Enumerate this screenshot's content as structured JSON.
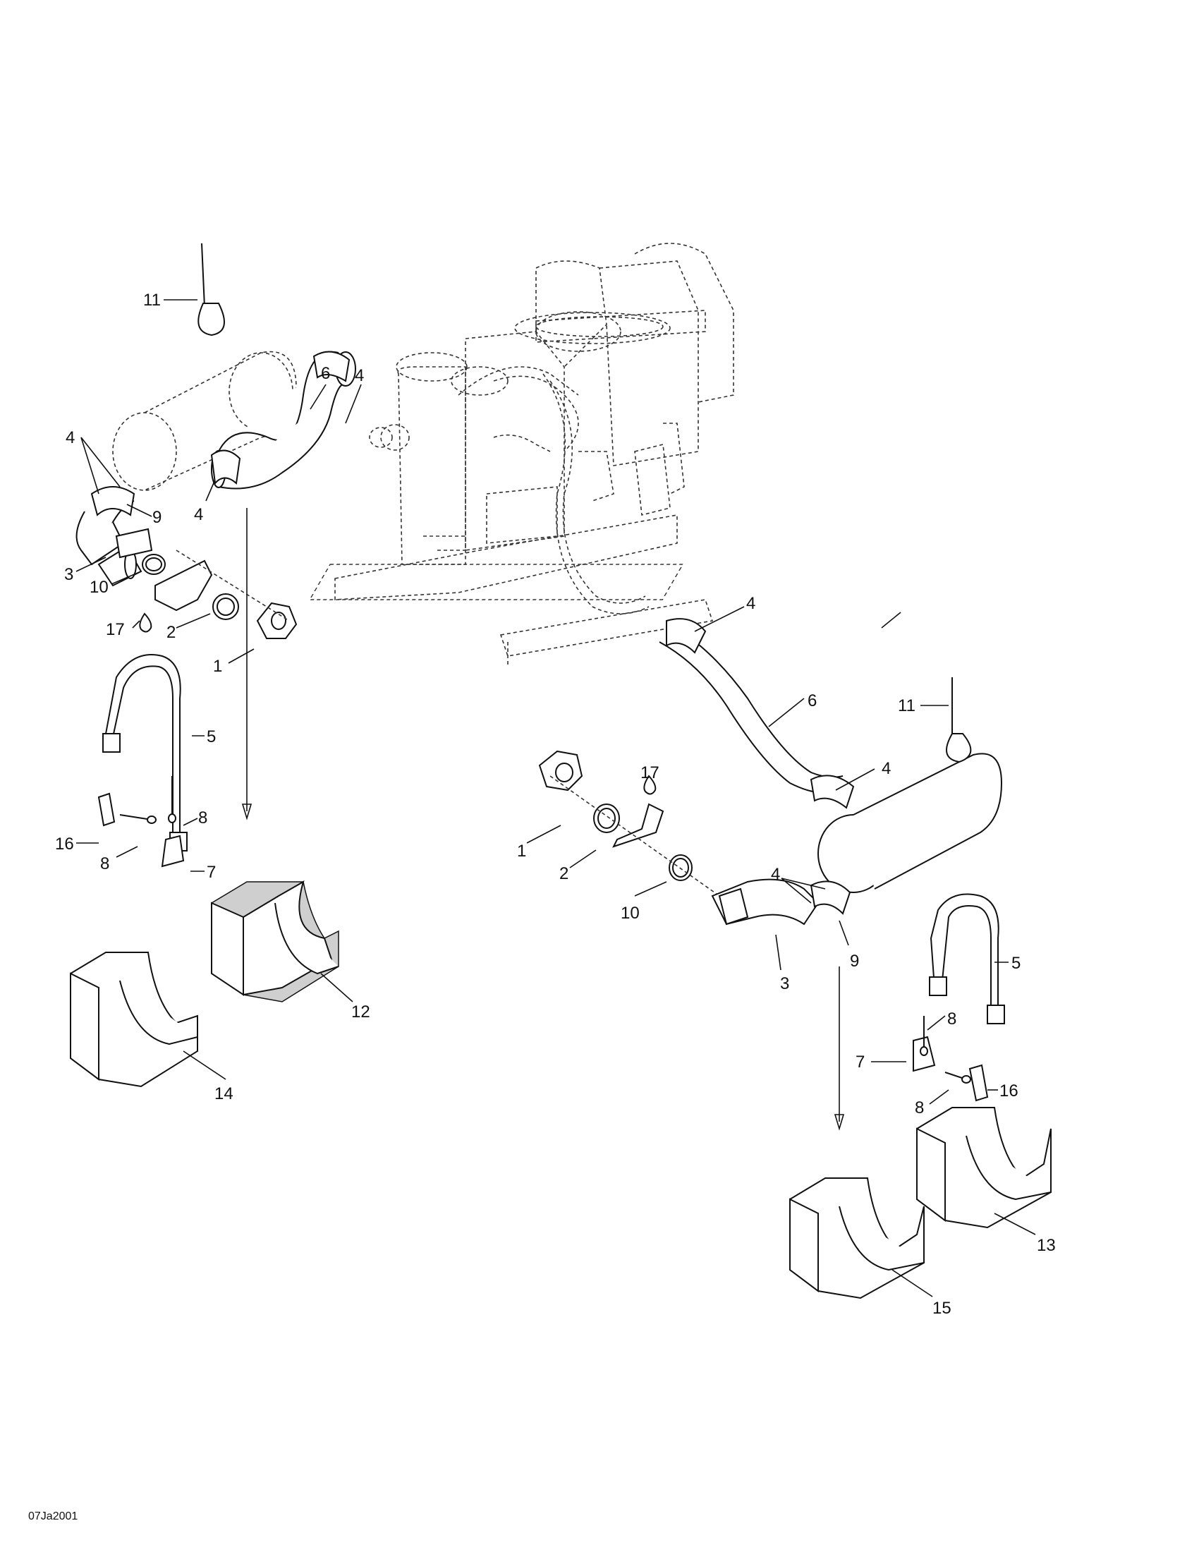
{
  "callouts": {
    "l_11": "11",
    "l_6": "6",
    "l_4a": "4",
    "l_4b": "4",
    "l_9": "9",
    "l_4c": "4",
    "l_3": "3",
    "l_10": "10",
    "l_17": "17",
    "l_2": "2",
    "l_1": "1",
    "l_5": "5",
    "l_16": "16",
    "l_8a": "8",
    "l_8b": "8",
    "l_7": "7",
    "l_12": "12",
    "l_14": "14",
    "r_4top": "4",
    "r_6": "6",
    "r_11": "11",
    "r_17": "17",
    "r_4b": "4",
    "r_1": "1",
    "r_2": "2",
    "r_10": "10",
    "r_4c": "4",
    "r_9": "9",
    "r_3": "3",
    "r_5": "5",
    "r_8a": "8",
    "r_7": "7",
    "r_16": "16",
    "r_8b": "8",
    "r_13": "13",
    "r_15": "15"
  },
  "figure_code": "07Ja2001",
  "colors": {
    "line": "#111111",
    "fill": "#ffffff",
    "shade": "#cfcfcf"
  }
}
